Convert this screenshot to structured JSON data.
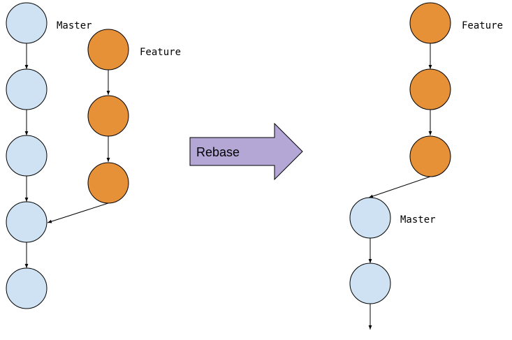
{
  "colors": {
    "master": "#cfe2f3",
    "feature": "#e69138",
    "rebase_arrow": "#b4a7d6",
    "stroke": "#000000"
  },
  "before": {
    "master_label": "Master",
    "feature_label": "Feature"
  },
  "rebase": {
    "label": "Rebase"
  },
  "after": {
    "feature_label": "Feature",
    "master_label": "Master"
  }
}
